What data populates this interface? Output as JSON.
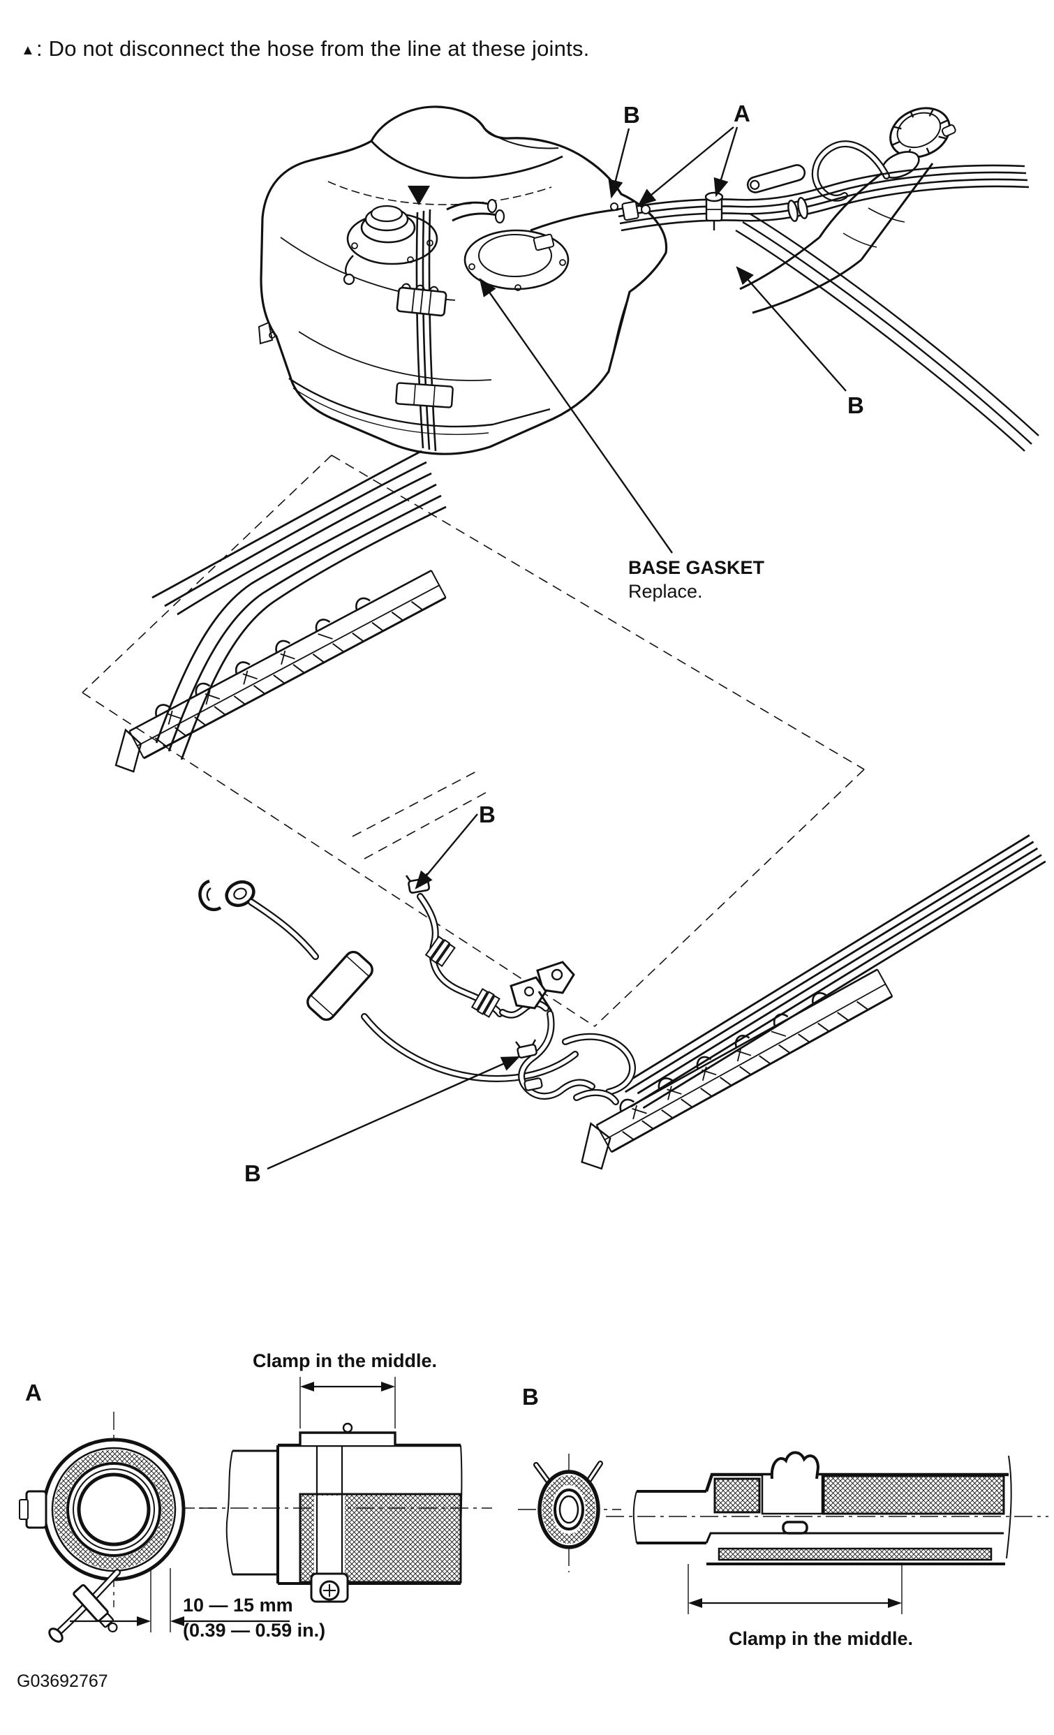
{
  "header": {
    "symbol": "▲",
    "note": ": Do not disconnect the hose from the line at these joints."
  },
  "diagram": {
    "callouts": {
      "b_top": "B",
      "a_top": "A",
      "b_right": "B",
      "b_middle": "B",
      "b_lower": "B"
    },
    "base_gasket": {
      "name": "BASE GASKET",
      "action": "Replace."
    }
  },
  "details": {
    "a": {
      "label": "A",
      "clamp_note": "Clamp in the middle.",
      "dim_metric": "10 — 15 mm",
      "dim_imperial": "(0.39 — 0.59 in.)"
    },
    "b": {
      "label": "B",
      "clamp_note": "Clamp in the middle."
    }
  },
  "figure_code": "G03692767",
  "colors": {
    "ink": "#111111",
    "paper": "#ffffff"
  }
}
